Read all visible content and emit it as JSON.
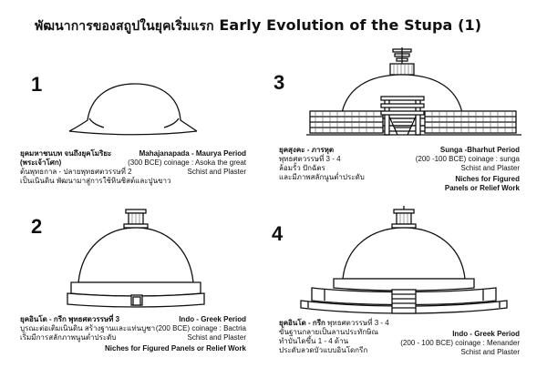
{
  "title": {
    "thai": "พัฒนาการของสถูปในยุคเริ่มแรก",
    "english": "Early Evolution of the Stupa (1)"
  },
  "panels": [
    {
      "number": "1",
      "thai_heading": "ยุคมหาชนบท จนถึงยุคโมริยะ",
      "thai_line2": "(พระเจ้าโศก)",
      "thai_line3": "ต้นพุทธกาล - ปลายพุทธศตวรรษที่ 2",
      "thai_line4": "เป็นเนินดิน พัฒนามาสู่การใช้หินชิสต์และปูนขาว",
      "period": "Mahajanapada - Maurya Period",
      "coinage": "(300 BCE) coinage : Asoka the great",
      "material": "Schist and Plaster"
    },
    {
      "number": "2",
      "thai_heading": "ยุคอินโด - กรีก พุทธศตวรรษที่ 3",
      "thai_line2": "บูรณะต่อเติมเนินดิน สร้างฐานและแท่นบูชา",
      "thai_line3": "เริ่มมีการสลักภาพนูนต่ำประดับ",
      "period": "Indo - Greek Period",
      "coinage": "(200 BCE) coinage : Bactria",
      "material": "Schist and Plaster",
      "note": "Niches for Figured Panels or Relief Work"
    },
    {
      "number": "3",
      "thai_heading": "ยุคสุงคะ - ภารหุต",
      "thai_line2": "พุทธศตวรรษที่ 3 - 4",
      "thai_line3": "ล้อมรั้ว ปักฉัตร",
      "thai_line4": "และมีภาพสลักนูนต่ำประดับ",
      "period": "Sunga -Bharhut Period",
      "coinage": "(200 -100 BCE) coinage : sunga",
      "material": "Schist and Plaster",
      "note_line1": "Niches for Figured",
      "note_line2": "Panels or Relief Work"
    },
    {
      "number": "4",
      "thai_heading": "ยุคอินโด - กรีก",
      "thai_heading_tail": "พุทธศตวรรษที่ 3 - 4",
      "thai_line2": "ขั้นฐานกลายเป็นลานประทักษิณ",
      "thai_line3": "ทำบันไดขึ้น 1 - 4 ด้าน",
      "thai_line4": "ประดับลวดบัวแบบอินโดกรีก",
      "period": "Indo - Greek Period",
      "coinage": "(200 - 100 BCE) coinage : Menander",
      "material": "Schist and Plaster"
    }
  ]
}
